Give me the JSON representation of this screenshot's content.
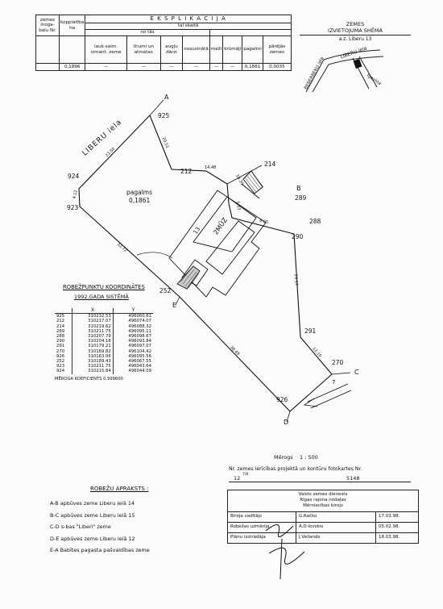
{
  "explication": {
    "title": "E K S P L I K Ā C I J A",
    "sub1": "tai skaitā",
    "sub2": "no tās",
    "headers": [
      "zemes inoga-balu Nr.",
      "kopplatība ha",
      "lauk-saim. izmant. zeme",
      "tīrumi un atmatas",
      "augļu dārzi",
      "nosusinātā",
      "meži",
      "krūmāji",
      "pagalmi",
      "pārējās zemes"
    ],
    "values": [
      "",
      "0,1896",
      "—",
      "—",
      "—",
      "—",
      "—",
      "—",
      "0,1861",
      "0,0035"
    ]
  },
  "scheme": {
    "title1": "ZEMES",
    "title2": "IZVIETOJUMA SHĒMA",
    "address": "a.z. Liberu 13",
    "road1": "LIBERU iela",
    "road2": "BEBERBEĶU iela",
    "road3": "Igaviņa"
  },
  "plan": {
    "street_label": "LIBERU iela",
    "parcel_label": "pagalms",
    "parcel_area": "0,1861",
    "building_label": "2MŪZ",
    "building_no": "13",
    "points": [
      "A",
      "925",
      "212",
      "214",
      "B",
      "289",
      "288",
      "290",
      "291",
      "270",
      "C",
      "926",
      "D",
      "E",
      "252",
      "923",
      "924"
    ],
    "distances": [
      "23.50",
      "20.51",
      "14.48",
      "10.30",
      "5.33",
      "8.05",
      "23.17",
      "12.10",
      "38.49",
      "32.72",
      "4.12"
    ],
    "arrow_label": "7"
  },
  "coords": {
    "title1": "ROBEŽPUNKTU KOORDINĀTES",
    "title2": "1992.GADA SISTĒMĀ",
    "col_x": "X",
    "col_y": "Y",
    "rows": [
      [
        "925",
        "310232.53",
        "496060.61"
      ],
      [
        "212",
        "310217.07",
        "496074.07"
      ],
      [
        "214",
        "310219.62",
        "496088.32"
      ],
      [
        "289",
        "310211.75",
        "496095.11"
      ],
      [
        "288",
        "310207.79",
        "496098.67"
      ],
      [
        "290",
        "310204.16",
        "496093.84"
      ],
      [
        "291",
        "310179.21",
        "496097.07"
      ],
      [
        "270",
        "310169.82",
        "496104.42"
      ],
      [
        "926",
        "310163.06",
        "496095.56"
      ],
      [
        "252",
        "310189.43",
        "496067.55"
      ],
      [
        "923",
        "310211.75",
        "496043.64"
      ],
      [
        "924",
        "310215.84",
        "496044.09"
      ]
    ],
    "coef": "MĒROGA KOEFICIENTS 0.999600"
  },
  "borders": {
    "title": "ROBEŽU APRAKSTS :",
    "items": [
      "A-B apbūves zeme Liberu ielā 14",
      "B-C apbūves zeme Liberu ielā 15",
      "C-D s-bas \"Liberi\" zeme",
      "D-E apbūves zeme Liberu ielā 12",
      "E-A Babītes pagasta pašvaldības zeme"
    ]
  },
  "scale": {
    "label": "Mērogs",
    "value": "1 : 500",
    "note": "Nr. zemes ierīcības projektā un kontūru fotokartes Nr.",
    "num_left": "12",
    "num_left_sup": "7/8",
    "num_right": "5148"
  },
  "title_block": {
    "org1": "Valsts zemes dienests",
    "org2": "Rīgas rajona nodaļas",
    "org3": "Mērniecības birojs",
    "rows": [
      [
        "Biroja vadītājs",
        "G.Račko",
        "17.03.98."
      ],
      [
        "Robežas uzmērija",
        "A.D-lovskis",
        "05.02.98."
      ],
      [
        "Plānu izstrādāja",
        "J.Veilands",
        "18.03.98."
      ]
    ]
  }
}
